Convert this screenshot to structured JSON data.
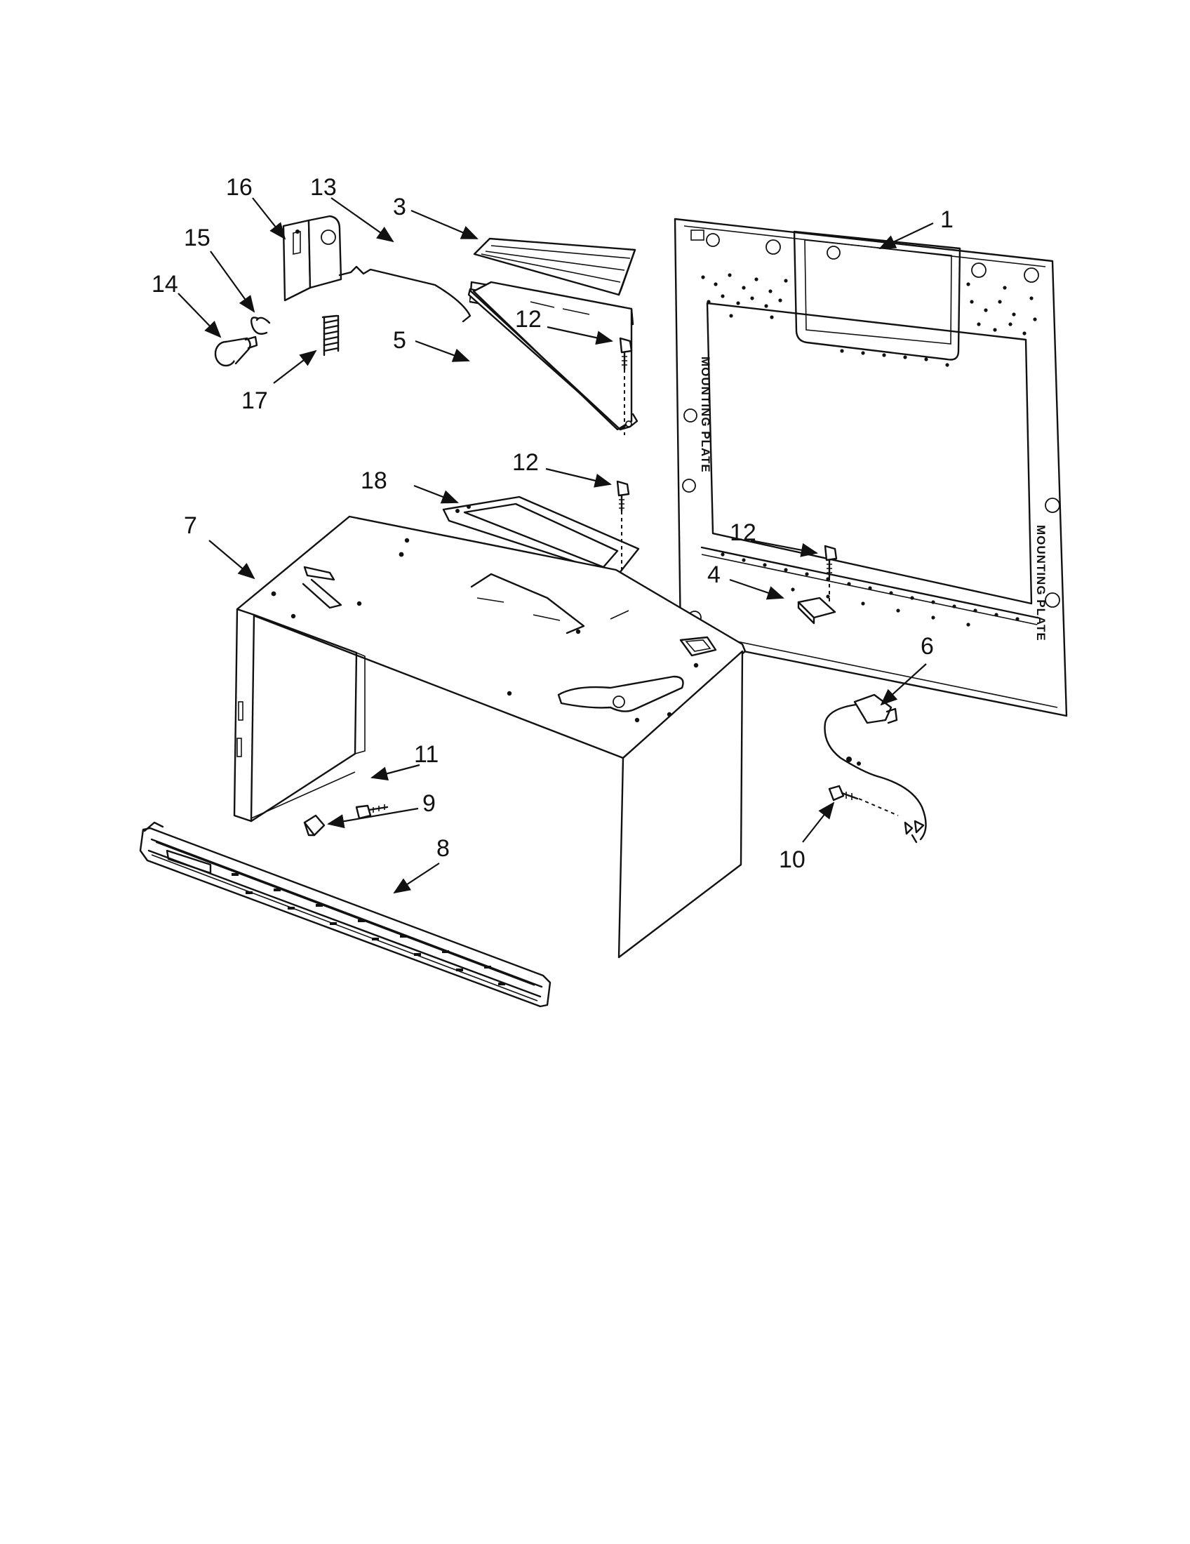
{
  "callouts": {
    "c1": "1",
    "c3": "3",
    "c4": "4",
    "c5": "5",
    "c6": "6",
    "c7": "7",
    "c8": "8",
    "c9": "9",
    "c10": "10",
    "c11": "11",
    "c12a": "12",
    "c12b": "12",
    "c12c": "12",
    "c13": "13",
    "c14": "14",
    "c15": "15",
    "c16": "16",
    "c17": "17",
    "c18": "18"
  },
  "plate_labels": {
    "left": "MOUNTING PLATE",
    "right": "MOUNTING PLATE"
  }
}
